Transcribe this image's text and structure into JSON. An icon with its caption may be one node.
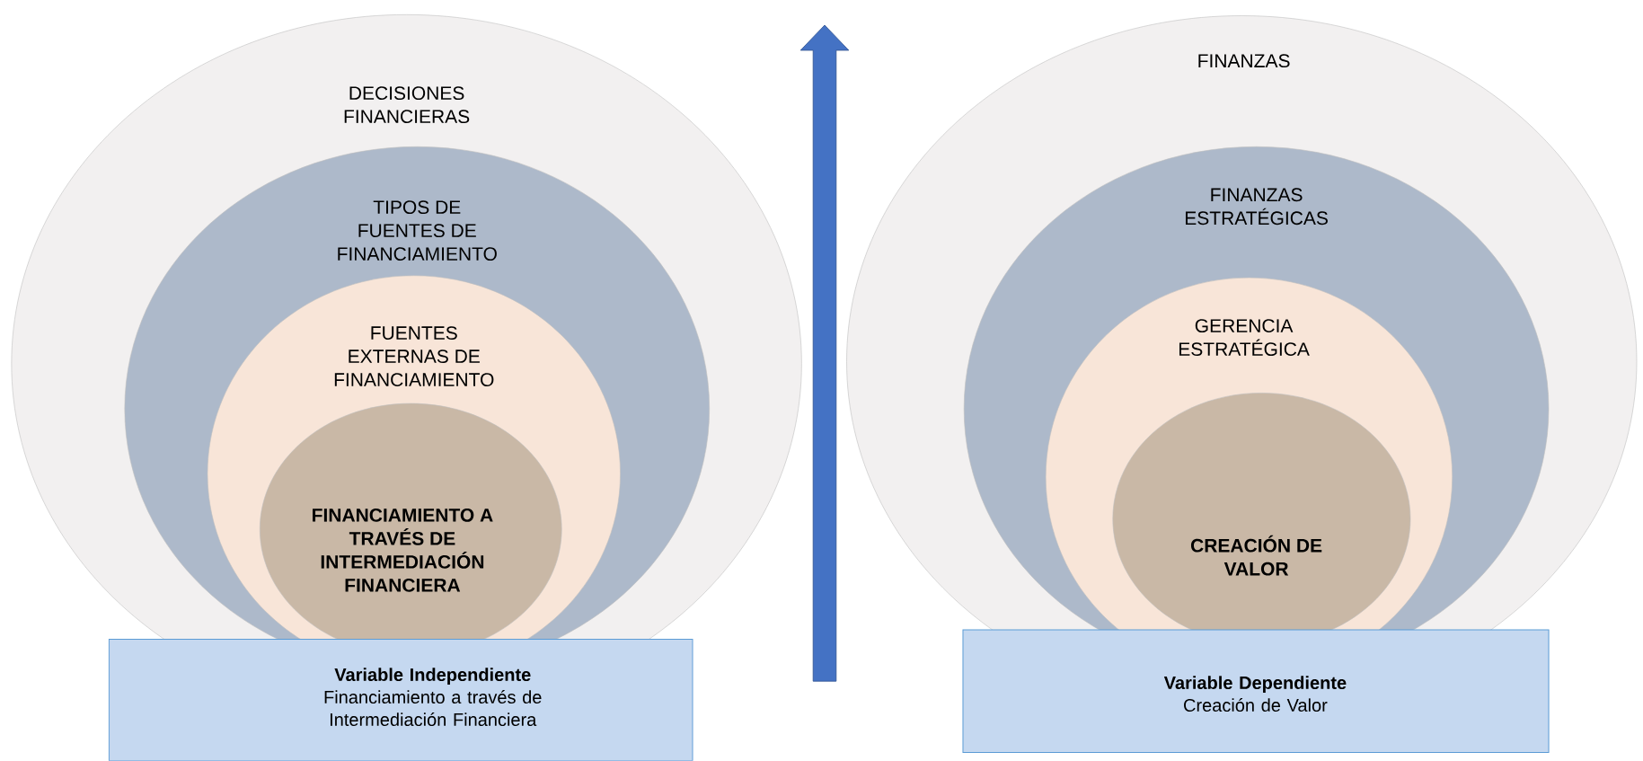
{
  "diagram": {
    "nodes": [
      {
        "text": [
          "DECISIONES FINANCIERAS"
        ]
      },
      {
        "text": [
          "TIPOS DE FUENTES DE FINANCIAMIENTO"
        ],
        "in": 0
      },
      {
        "text": [
          "FUENTES EXTERNAS DE FINANCIAMIENTO"
        ],
        "in": 1
      },
      {
        "text": [
          "FINANCIAMIENTO A TRAVÉS DE INTERMEDIACIÓN FINANCIERA"
        ],
        "in": 2
      },
      {
        "text": [
          "Variable Independiente",
          "Financiamiento a través de Intermediación Financiera"
        ]
      },
      {
        "text": [
          "FINANZAS"
        ]
      },
      {
        "text": [
          "FINANZAS ESTRATÉGICAS"
        ],
        "in": 5
      },
      {
        "text": [
          "GERENCIA ESTRATÉGICA"
        ],
        "in": 6
      },
      {
        "text": [
          "CREACIÓN DE VALOR"
        ],
        "in": 7
      },
      {
        "text": [
          "Variable Dependiente",
          "Creación de Valor"
        ]
      }
    ]
  }
}
